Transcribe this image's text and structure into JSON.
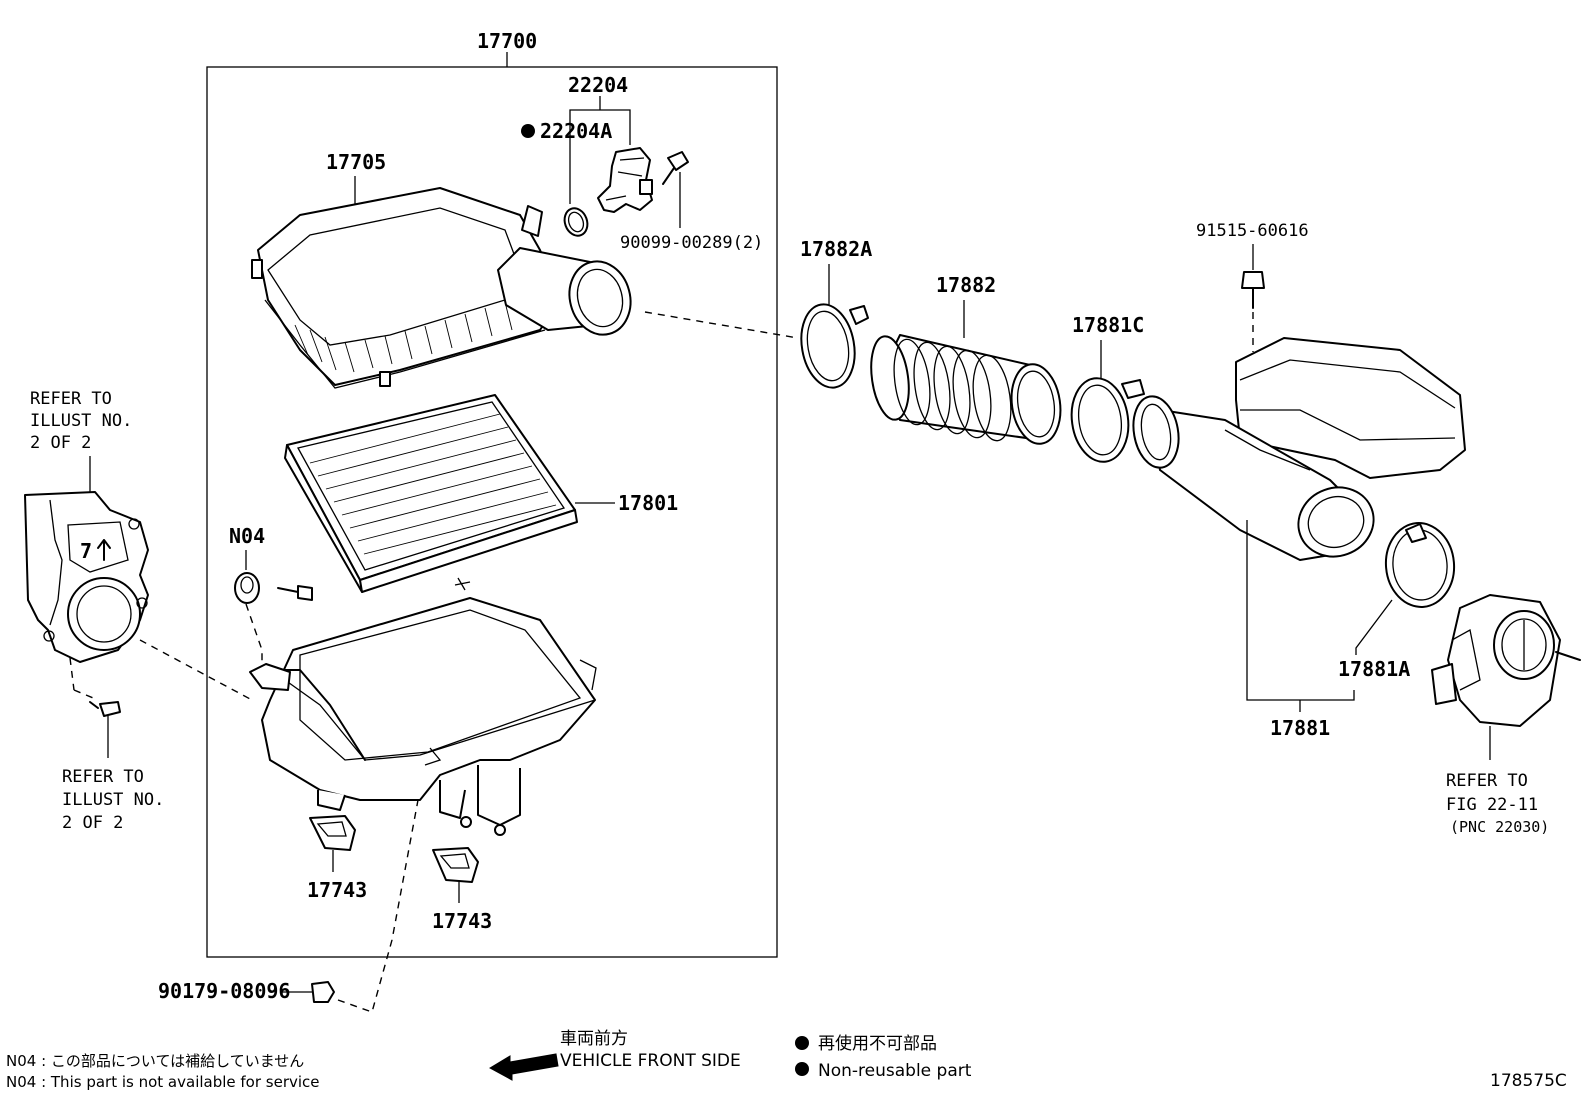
{
  "labels": {
    "p17700": "17700",
    "p22204": "22204",
    "p22204A": "22204A",
    "p17705": "17705",
    "p90099": "90099-00289(2)",
    "p17882A": "17882A",
    "p17882": "17882",
    "p17881C": "17881C",
    "p91515": "91515-60616",
    "p17801": "17801",
    "pN04": "N04",
    "p17881A": "17881A",
    "p17881": "17881",
    "p17743a": "17743",
    "p17743b": "17743",
    "p90179": "90179-08096"
  },
  "refer_left_top": [
    "REFER TO",
    "ILLUST NO.",
    "2 OF 2"
  ],
  "refer_left_bottom": [
    "REFER TO",
    "ILLUST NO.",
    "2 OF 2"
  ],
  "refer_right": [
    "REFER TO",
    "FIG 22-11",
    "(PNC 22030)"
  ],
  "notes": {
    "n04_jp": "N04 : この部品については補給していません",
    "n04_en": "N04 : This part is not available for service"
  },
  "direction": {
    "jp": "車両前方",
    "en": "VEHICLE FRONT SIDE"
  },
  "legend": {
    "jp": "再使用不可部品",
    "en": "Non-reusable part"
  },
  "figure_id": "178575C"
}
